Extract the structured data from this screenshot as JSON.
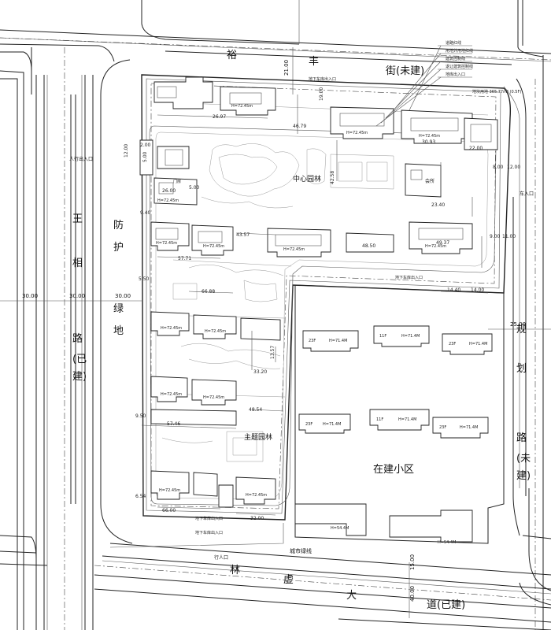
{
  "roads": {
    "north": [
      "裕",
      "丰",
      "街(未建)"
    ],
    "west": [
      "王",
      "相",
      "路",
      "(已",
      "建)"
    ],
    "east": [
      "规",
      "划",
      "路",
      "(未",
      "建)"
    ],
    "south": [
      "林",
      "虚",
      "大",
      "道(已建)"
    ],
    "buffer": [
      "防",
      "护",
      "绿",
      "地"
    ]
  },
  "areas": {
    "center_garden": "中心园林",
    "theme_garden": "主题园林",
    "construction": "在建小区",
    "city_green": "城市绿线",
    "clubhouse": "会所"
  },
  "entrances": {
    "west": "人行出入口",
    "east": "车入口",
    "south": "行人口",
    "north": "地下车库出入口",
    "garage_east": "地下车库出入口",
    "garage_south1": "地下车库出入口",
    "garage_south2": "地下车库出入口"
  },
  "legend": [
    "道路红线",
    "用地外用地红线",
    "建筑控制线",
    "退让建筑控制线",
    "地库出入口"
  ],
  "dims": {
    "west_road_a": "30.00",
    "west_road_b": "30.00",
    "west_road_c": "30.00",
    "east_road": "25.00",
    "north_road": "21.00",
    "south_road_a": "15.00",
    "south_road_b": "40.00",
    "north_setback_a": "22.00",
    "north_setback_b": "19.00",
    "west_setback": "12.00",
    "east_setback_a": "8.00",
    "east_setback_b": "12.00",
    "east_setback_c": "9.00",
    "east_setback_d": "11.00",
    "d1": "26.97",
    "d2": "46.79",
    "d3": "30.93",
    "d4": "42.58",
    "d5": "23.40",
    "d6": "43.57",
    "d7": "49.37",
    "d8": "57.71",
    "d9": "48.50",
    "d10": "66.88",
    "d11": "33.20",
    "d12": "48.54",
    "d13": "57.46",
    "d14": "66.00",
    "d15": "32.00",
    "d16": "14.40",
    "d17": "14.00",
    "d18": "5.00",
    "d19": "26.00",
    "d20": "5.00",
    "d21": "9.40",
    "d22": "5.50",
    "d23": "13.57",
    "d24": "6.54",
    "d25": "9.50",
    "d26": "2.00"
  },
  "labels": {
    "b_h": "H=72.45m",
    "c_h": "H=71.4M",
    "p_h": "H=54.4M",
    "floors_23": "23F",
    "floors_11": "11F",
    "note_north": "地块用地 365.77m² (0.5F)",
    "gate_label": "门房"
  },
  "colors": {
    "line": "#222222",
    "background": "#ffffff"
  }
}
